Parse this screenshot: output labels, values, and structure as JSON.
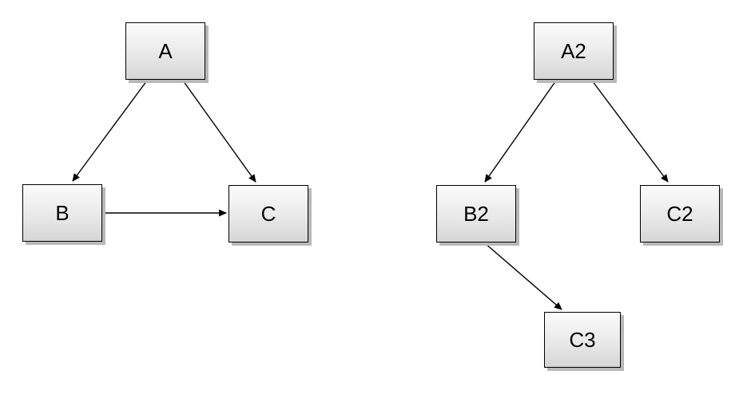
{
  "diagram": {
    "background_color": "#ffffff",
    "node_fill_top": "#fbfbfb",
    "node_fill_bottom": "#d6d6d6",
    "node_border_color": "#000000",
    "node_shadow_color": "#b8b8b8",
    "edge_color": "#000000",
    "nodes": [
      {
        "id": "A",
        "label": "A"
      },
      {
        "id": "B",
        "label": "B"
      },
      {
        "id": "C",
        "label": "C"
      },
      {
        "id": "A2",
        "label": "A2"
      },
      {
        "id": "B2",
        "label": "B2"
      },
      {
        "id": "C2",
        "label": "C2"
      },
      {
        "id": "C3",
        "label": "C3"
      }
    ],
    "edges": [
      {
        "from": "A",
        "to": "B"
      },
      {
        "from": "A",
        "to": "C"
      },
      {
        "from": "B",
        "to": "C"
      },
      {
        "from": "A2",
        "to": "B2"
      },
      {
        "from": "A2",
        "to": "C2"
      },
      {
        "from": "B2",
        "to": "C3"
      }
    ]
  }
}
